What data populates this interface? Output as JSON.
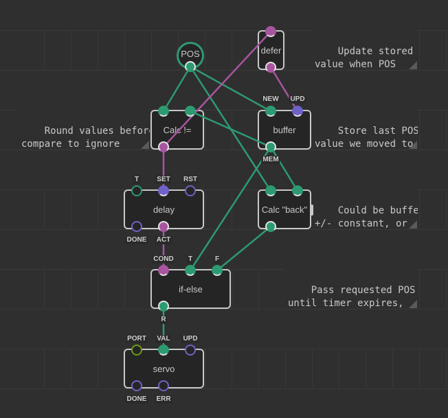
{
  "colors": {
    "background": "#2f2f2f",
    "number_pin": "#2e9a72",
    "pulse_pin": "#6e62c8",
    "boolean_pin": "#a855a0",
    "port_pin": "#6a9a1a",
    "node_border": "#c8c8c8"
  },
  "comments": [
    {
      "id": "c-update",
      "text": "Update stored\nvalue when POS\nchanges"
    },
    {
      "id": "c-round",
      "text": "Round values before\ncompare to ignore\nsmall changes"
    },
    {
      "id": "c-store",
      "text": "Store last POS\nvalue we moved to"
    },
    {
      "id": "c-could",
      "text": "Could be buffer\n+/- constant, or\nneed other inputs"
    },
    {
      "id": "c-pass",
      "text": "Pass requested POS\nuntil timer expires,\nthen \"back\" value"
    }
  ],
  "nodes": {
    "pos": {
      "label": "POS"
    },
    "defer": {
      "label": "defer"
    },
    "calc_ne": {
      "label": "Calc !="
    },
    "buffer": {
      "label": "buffer",
      "pins": {
        "new": "NEW",
        "upd": "UPD",
        "mem": "MEM"
      }
    },
    "delay": {
      "label": "delay",
      "pins": {
        "t": "T",
        "set": "SET",
        "rst": "RST",
        "done": "DONE",
        "act": "ACT"
      }
    },
    "calc_back": {
      "label": "Calc \"back\""
    },
    "ifelse": {
      "label": "if-else",
      "pins": {
        "cond": "COND",
        "t": "T",
        "f": "F",
        "r": "R"
      }
    },
    "servo": {
      "label": "servo",
      "pins": {
        "port": "PORT",
        "val": "VAL",
        "upd": "UPD",
        "done": "DONE",
        "err": "ERR"
      }
    }
  }
}
